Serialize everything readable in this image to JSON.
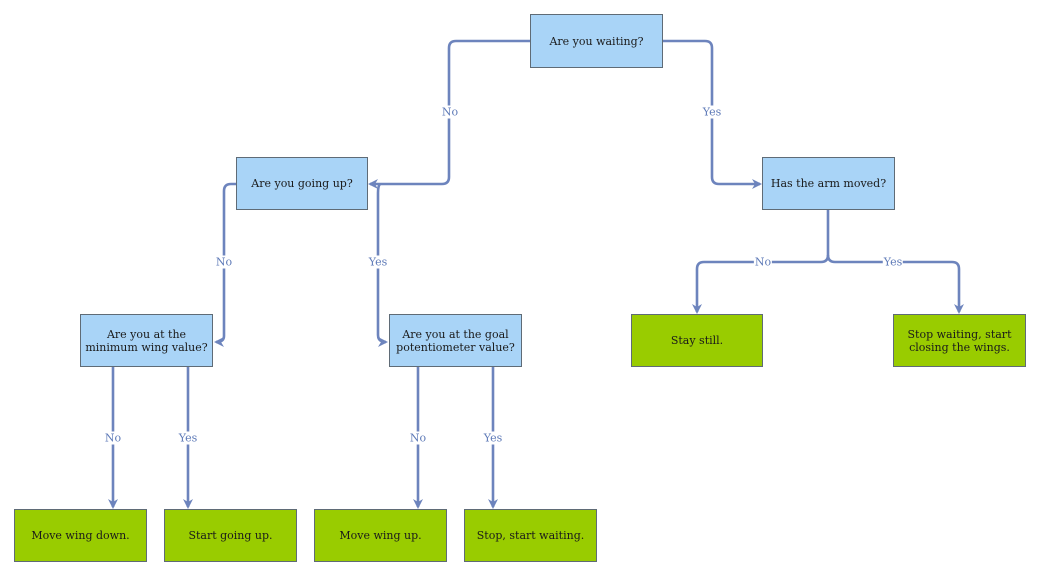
{
  "colors": {
    "question_fill": "#a9d4f7",
    "answer_fill": "#99cc00",
    "edge": "#6d84bd",
    "border": "#5f6b76"
  },
  "nodes": {
    "waiting": "Are you waiting?",
    "going_up": "Are you going up?",
    "arm_moved": "Has the arm moved?",
    "min_wing": "Are you at the minimum wing value?",
    "goal_pot": "Are you at the goal potentiometer value?",
    "stay_still": "Stay still.",
    "stop_waiting": "Stop waiting, start closing the wings.",
    "move_down": "Move wing down.",
    "start_up": "Start going up.",
    "move_up": "Move wing up.",
    "stop_start": "Stop, start waiting."
  },
  "edges": {
    "waiting_no": "No",
    "waiting_yes": "Yes",
    "going_up_no": "No",
    "going_up_yes": "Yes",
    "arm_no": "No",
    "arm_yes": "Yes",
    "min_no": "No",
    "min_yes": "Yes",
    "goal_no": "No",
    "goal_yes": "Yes"
  }
}
